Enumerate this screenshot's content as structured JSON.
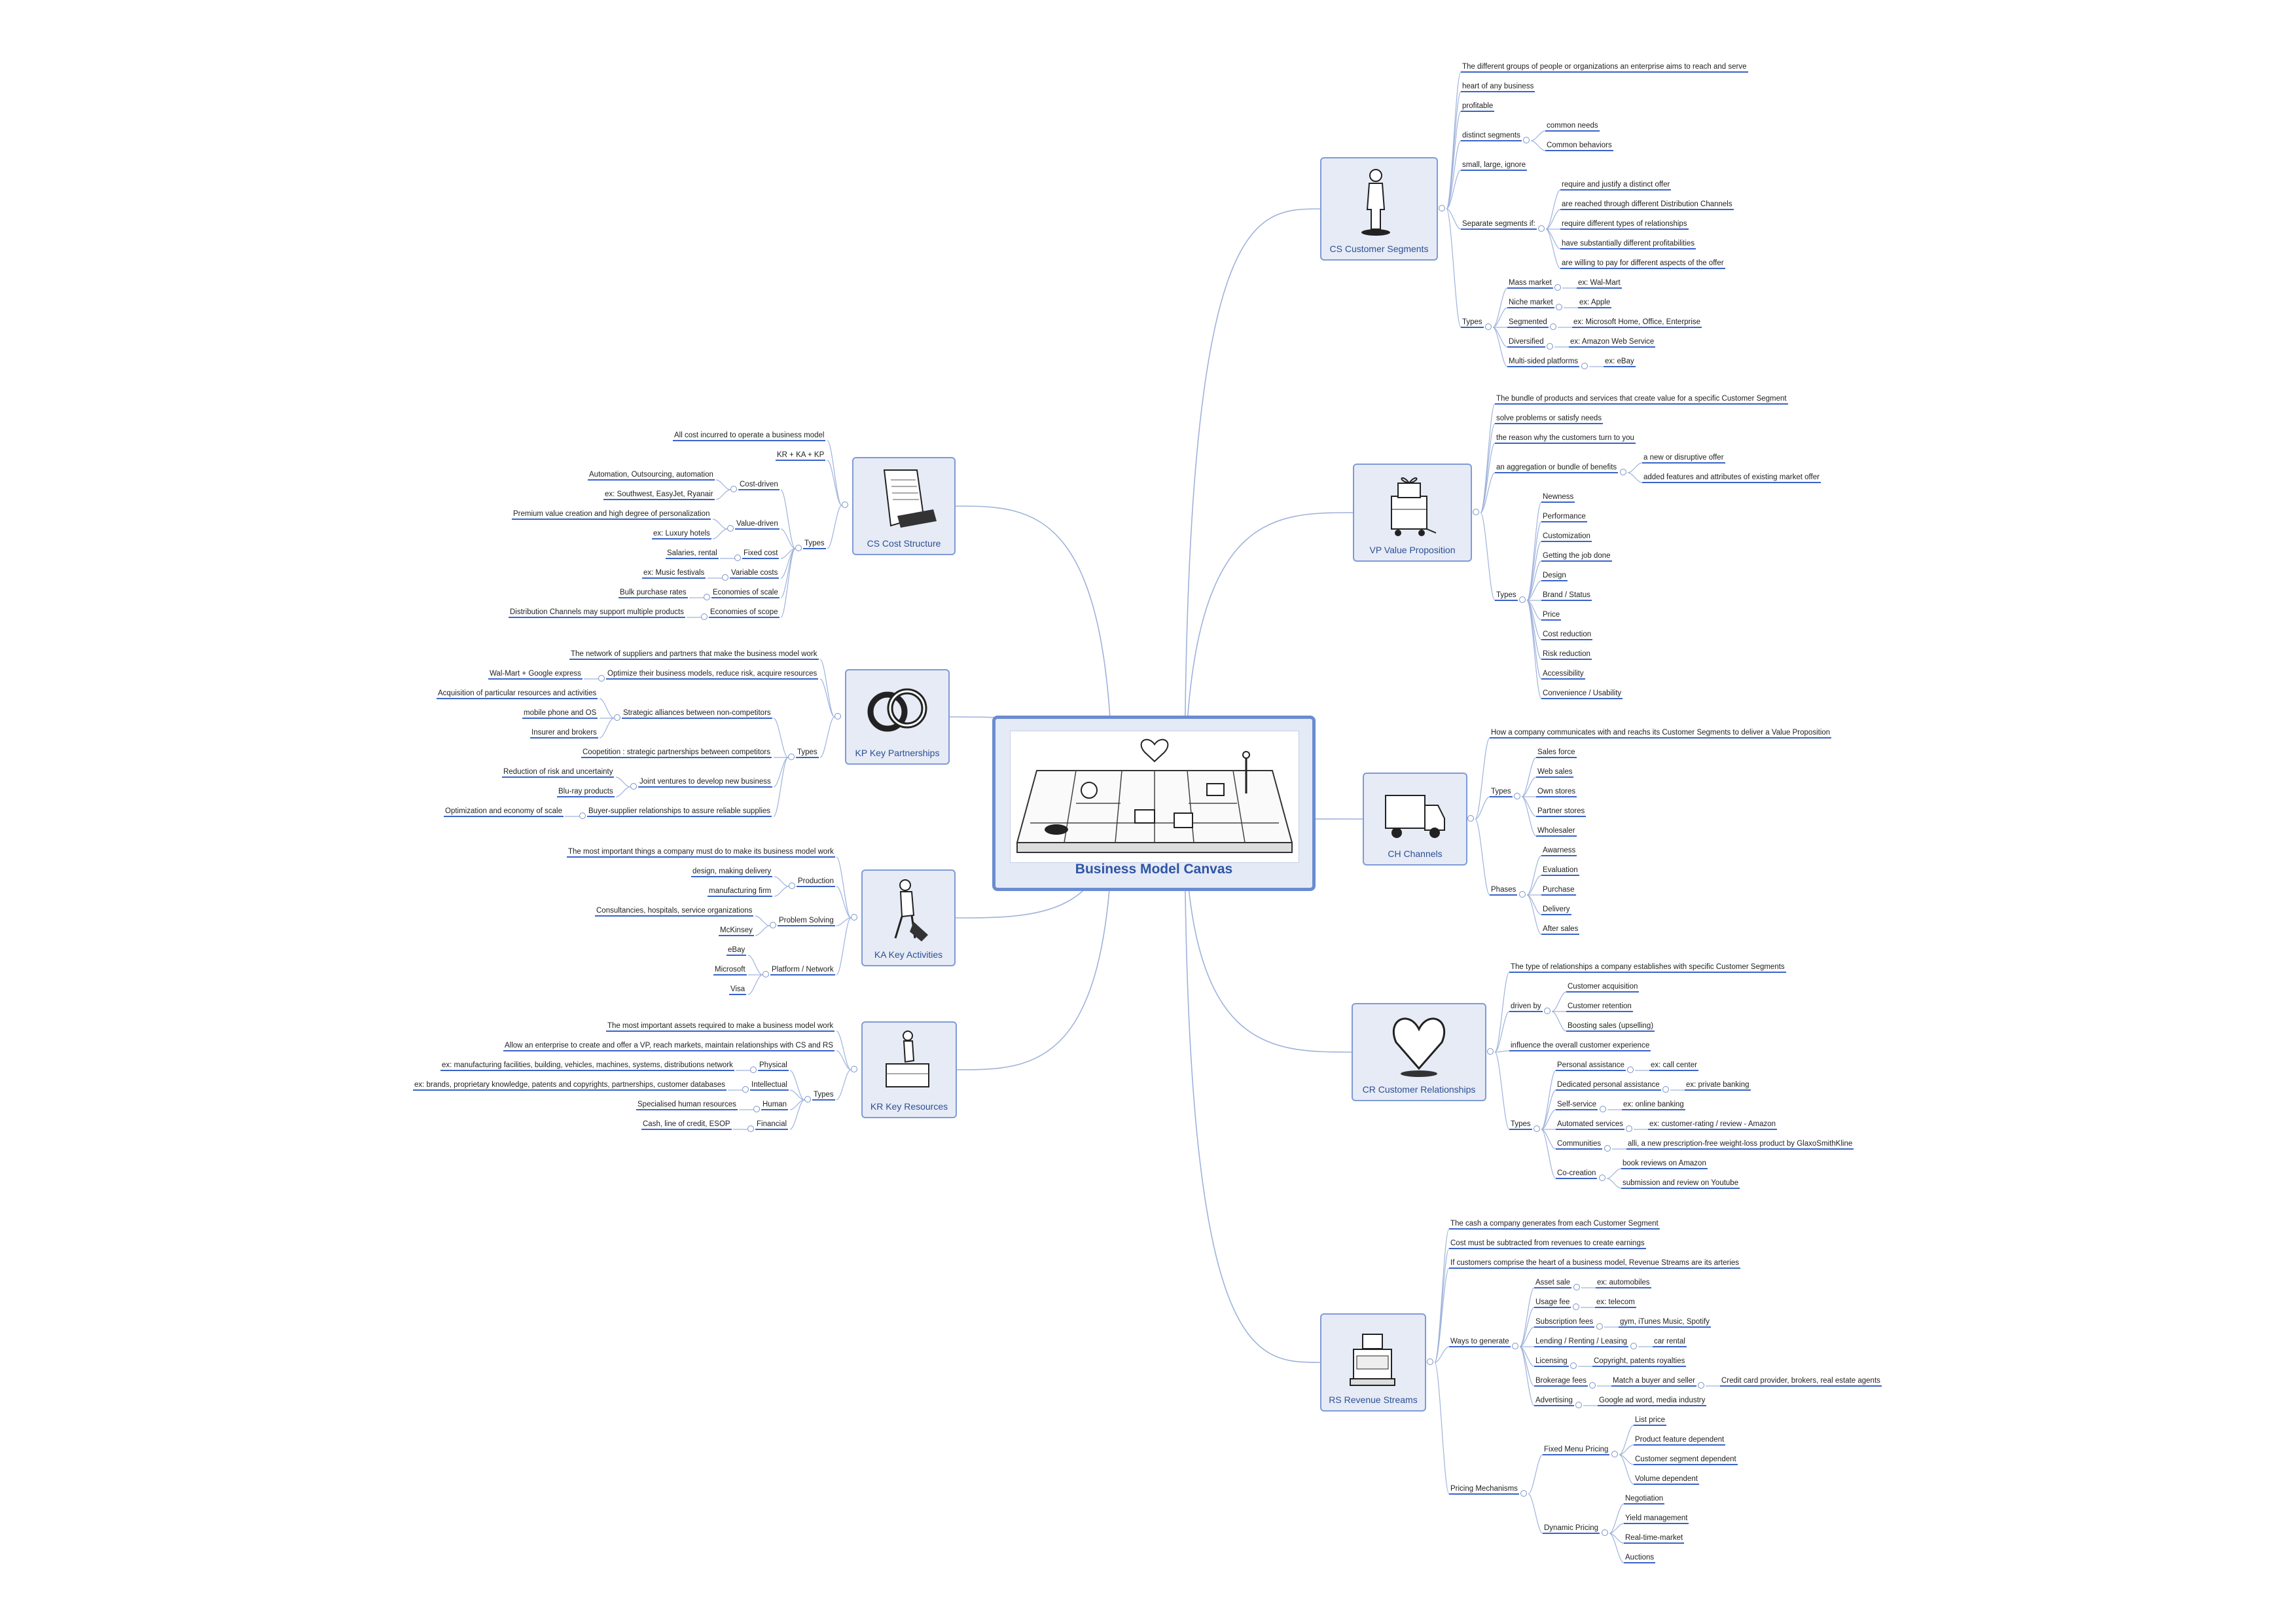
{
  "root": {
    "title": "Business Model Canvas"
  },
  "colors": {
    "accent": "#3a63c9",
    "node_fill": "#e6ebf6",
    "node_border": "#7f9bd6",
    "wire": "#9fb2dc"
  },
  "branches": {
    "cs": {
      "title": "CS Customer Segments",
      "icon": "person-icon",
      "items": [
        {
          "label": "The different groups of people or organizations an enterprise aims to reach and serve"
        },
        {
          "label": "heart of any business"
        },
        {
          "label": "profitable"
        },
        {
          "label": "distinct segments",
          "children": [
            {
              "label": "common needs"
            },
            {
              "label": "Common behaviors"
            }
          ]
        },
        {
          "label": "small, large, ignore"
        },
        {
          "label": "Separate segments if:",
          "children": [
            {
              "label": "require and justify a distinct offer"
            },
            {
              "label": "are reached through different Distribution Channels"
            },
            {
              "label": "require different types of relationships"
            },
            {
              "label": "have substantially different profitabilities"
            },
            {
              "label": "are willing to pay for different aspects of the offer"
            }
          ]
        },
        {
          "label": "Types",
          "children": [
            {
              "label": "Mass market",
              "children": [
                {
                  "label": "ex: Wal-Mart"
                }
              ]
            },
            {
              "label": "Niche market",
              "children": [
                {
                  "label": "ex: Apple"
                }
              ]
            },
            {
              "label": "Segmented",
              "children": [
                {
                  "label": "ex: Microsoft Home, Office, Enterprise"
                }
              ]
            },
            {
              "label": "Diversified",
              "children": [
                {
                  "label": "ex: Amazon Web Service"
                }
              ]
            },
            {
              "label": "Multi-sided platforms",
              "children": [
                {
                  "label": "ex: eBay"
                }
              ]
            }
          ]
        }
      ]
    },
    "vp": {
      "title": "VP Value Proposition",
      "icon": "gift-cart-icon",
      "items": [
        {
          "label": "The bundle of products and services that create value for a specific Customer Segment"
        },
        {
          "label": "solve problems or satisfy needs"
        },
        {
          "label": "the reason why the customers turn to you"
        },
        {
          "label": "an aggregation or bundle of benefits",
          "children": [
            {
              "label": "a new or disruptive offer"
            },
            {
              "label": "added features and attributes of existing market offer"
            }
          ]
        },
        {
          "label": "Types",
          "children": [
            {
              "label": "Newness"
            },
            {
              "label": "Performance"
            },
            {
              "label": "Customization"
            },
            {
              "label": "Getting the job done"
            },
            {
              "label": "Design"
            },
            {
              "label": "Brand / Status"
            },
            {
              "label": "Price"
            },
            {
              "label": "Cost reduction"
            },
            {
              "label": "Risk reduction"
            },
            {
              "label": "Accessibility"
            },
            {
              "label": "Convenience / Usability"
            }
          ]
        }
      ]
    },
    "ch": {
      "title": "CH Channels",
      "icon": "truck-icon",
      "items": [
        {
          "label": "How a company communicates with and reachs its Customer Segments to deliver a Value Proposition"
        },
        {
          "label": "Types",
          "children": [
            {
              "label": "Sales force"
            },
            {
              "label": "Web sales"
            },
            {
              "label": "Own stores"
            },
            {
              "label": "Partner stores"
            },
            {
              "label": "Wholesaler"
            }
          ]
        },
        {
          "label": "Phases",
          "children": [
            {
              "label": "Awarness"
            },
            {
              "label": "Evaluation"
            },
            {
              "label": "Purchase"
            },
            {
              "label": "Delivery"
            },
            {
              "label": "After sales"
            }
          ]
        }
      ]
    },
    "cr": {
      "title": "CR Customer Relationships",
      "icon": "heart-icon",
      "items": [
        {
          "label": "The type of relationships a company establishes with specific Customer Segments"
        },
        {
          "label": "driven by",
          "children": [
            {
              "label": "Customer acquisition"
            },
            {
              "label": "Customer retention"
            },
            {
              "label": "Boosting sales (upselling)"
            }
          ]
        },
        {
          "label": "influence the overall customer experience"
        },
        {
          "label": "Types",
          "children": [
            {
              "label": "Personal assistance",
              "children": [
                {
                  "label": "ex: call center"
                }
              ]
            },
            {
              "label": "Dedicated personal assistance",
              "children": [
                {
                  "label": "ex: private banking"
                }
              ]
            },
            {
              "label": "Self-service",
              "children": [
                {
                  "label": "ex: online banking"
                }
              ]
            },
            {
              "label": "Automated services",
              "children": [
                {
                  "label": "ex: customer-rating / review - Amazon"
                }
              ]
            },
            {
              "label": "Communities",
              "children": [
                {
                  "label": "alli, a new prescription-free weight-loss product by GlaxoSmithKline"
                }
              ]
            },
            {
              "label": "Co-creation",
              "children": [
                {
                  "label": "book reviews on Amazon"
                },
                {
                  "label": "submission and review on Youtube"
                }
              ]
            }
          ]
        }
      ]
    },
    "rs": {
      "title": "RS Revenue Streams",
      "icon": "cash-register-icon",
      "items": [
        {
          "label": "The cash a company generates from each Customer Segment"
        },
        {
          "label": "Cost must be subtracted from revenues to create earnings"
        },
        {
          "label": "If customers comprise the heart of a business model, Revenue Streams are its arteries"
        },
        {
          "label": "Ways to generate",
          "children": [
            {
              "label": "Asset sale",
              "children": [
                {
                  "label": "ex: automobiles"
                }
              ]
            },
            {
              "label": "Usage fee",
              "children": [
                {
                  "label": "ex: telecom"
                }
              ]
            },
            {
              "label": "Subscription fees",
              "children": [
                {
                  "label": "gym, iTunes Music, Spotify"
                }
              ]
            },
            {
              "label": "Lending / Renting / Leasing",
              "children": [
                {
                  "label": "car rental"
                }
              ]
            },
            {
              "label": "Licensing",
              "children": [
                {
                  "label": "Copyright, patents royalties"
                }
              ]
            },
            {
              "label": "Brokerage fees",
              "children": [
                {
                  "label": "Match a buyer and seller",
                  "children": [
                    {
                      "label": "Credit card provider, brokers, real estate agents"
                    }
                  ]
                }
              ]
            },
            {
              "label": "Advertising",
              "children": [
                {
                  "label": "Google ad word, media industry"
                }
              ]
            }
          ]
        },
        {
          "label": "Pricing Mechanisms",
          "children": [
            {
              "label": "Fixed Menu Pricing",
              "children": [
                {
                  "label": "List price"
                },
                {
                  "label": "Product feature dependent"
                },
                {
                  "label": "Customer segment dependent"
                },
                {
                  "label": "Volume dependent"
                }
              ]
            },
            {
              "label": "Dynamic Pricing",
              "children": [
                {
                  "label": "Negotiation"
                },
                {
                  "label": "Yield management"
                },
                {
                  "label": "Real-time-market"
                },
                {
                  "label": "Auctions"
                }
              ]
            }
          ]
        }
      ]
    },
    "cost": {
      "title": "CS Cost Structure",
      "icon": "papers-icon",
      "items": [
        {
          "label": "All cost incurred to operate a business model"
        },
        {
          "label": "KR + KA + KP"
        },
        {
          "label": "Types",
          "children": [
            {
              "label": "Cost-driven",
              "children": [
                {
                  "label": "Automation, Outsourcing, automation"
                },
                {
                  "label": "ex: Southwest, EasyJet, Ryanair"
                }
              ]
            },
            {
              "label": "Value-driven",
              "children": [
                {
                  "label": "Premium value creation and high degree of personalization"
                },
                {
                  "label": "ex: Luxury hotels"
                }
              ]
            },
            {
              "label": "Fixed cost",
              "children": [
                {
                  "label": "Salaries, rental"
                }
              ]
            },
            {
              "label": "Variable costs",
              "children": [
                {
                  "label": "ex: Music festivals"
                }
              ]
            },
            {
              "label": "Economies of scale",
              "children": [
                {
                  "label": "Bulk purchase rates"
                }
              ]
            },
            {
              "label": "Economies of scope",
              "children": [
                {
                  "label": "Distribution Channels may support multiple products"
                }
              ]
            }
          ]
        }
      ]
    },
    "kp": {
      "title": "KP Key Partnerships",
      "icon": "rings-icon",
      "items": [
        {
          "label": "The network of suppliers and partners that make the business model work"
        },
        {
          "label": "Optimize their business models, reduce risk, acquire resources",
          "children": [
            {
              "label": "Wal-Mart + Google express"
            }
          ]
        },
        {
          "label": "Types",
          "children": [
            {
              "label": "Strategic alliances between non-competitors",
              "children": [
                {
                  "label": "Acquisition of particular resources and activities"
                },
                {
                  "label": "mobile phone and OS"
                },
                {
                  "label": "Insurer and brokers"
                }
              ]
            },
            {
              "label": "Coopetition : strategic partnerships between competitors"
            },
            {
              "label": "Joint ventures to develop new business",
              "children": [
                {
                  "label": "Reduction of risk and uncertainty"
                },
                {
                  "label": "Blu-ray products"
                }
              ]
            },
            {
              "label": "Buyer-supplier relationships to assure reliable supplies",
              "children": [
                {
                  "label": "Optimization and economy of scale"
                }
              ]
            }
          ]
        }
      ]
    },
    "ka": {
      "title": "KA Key Activities",
      "icon": "worker-icon",
      "items": [
        {
          "label": "The most important things a company must do to make its business model work"
        },
        {
          "label": "Production",
          "children": [
            {
              "label": "design, making delivery"
            },
            {
              "label": "manufacturing firm"
            }
          ]
        },
        {
          "label": "Problem Solving",
          "children": [
            {
              "label": "Consultancies, hospitals, service organizations"
            },
            {
              "label": "McKinsey"
            }
          ]
        },
        {
          "label": "Platform / Network",
          "children": [
            {
              "label": "eBay"
            },
            {
              "label": "Microsoft"
            },
            {
              "label": "Visa"
            }
          ]
        }
      ]
    },
    "kr": {
      "title": "KR Key Resources",
      "icon": "worker-box-icon",
      "items": [
        {
          "label": "The most important assets required to make a business model work"
        },
        {
          "label": "Allow an enterprise to create and offer a VP, reach markets, maintain relationships with CS and RS"
        },
        {
          "label": "Types",
          "children": [
            {
              "label": "Physical",
              "children": [
                {
                  "label": "ex: manufacturing facilities, building, vehicles, machines, systems, distributions network"
                }
              ]
            },
            {
              "label": "Intellectual",
              "children": [
                {
                  "label": "ex: brands, proprietary knowledge, patents and copyrights, partnerships, customer databases"
                }
              ]
            },
            {
              "label": "Human",
              "children": [
                {
                  "label": "Specialised human resources"
                }
              ]
            },
            {
              "label": "Financial",
              "children": [
                {
                  "label": "Cash, line of credit, ESOP"
                }
              ]
            }
          ]
        }
      ]
    }
  }
}
